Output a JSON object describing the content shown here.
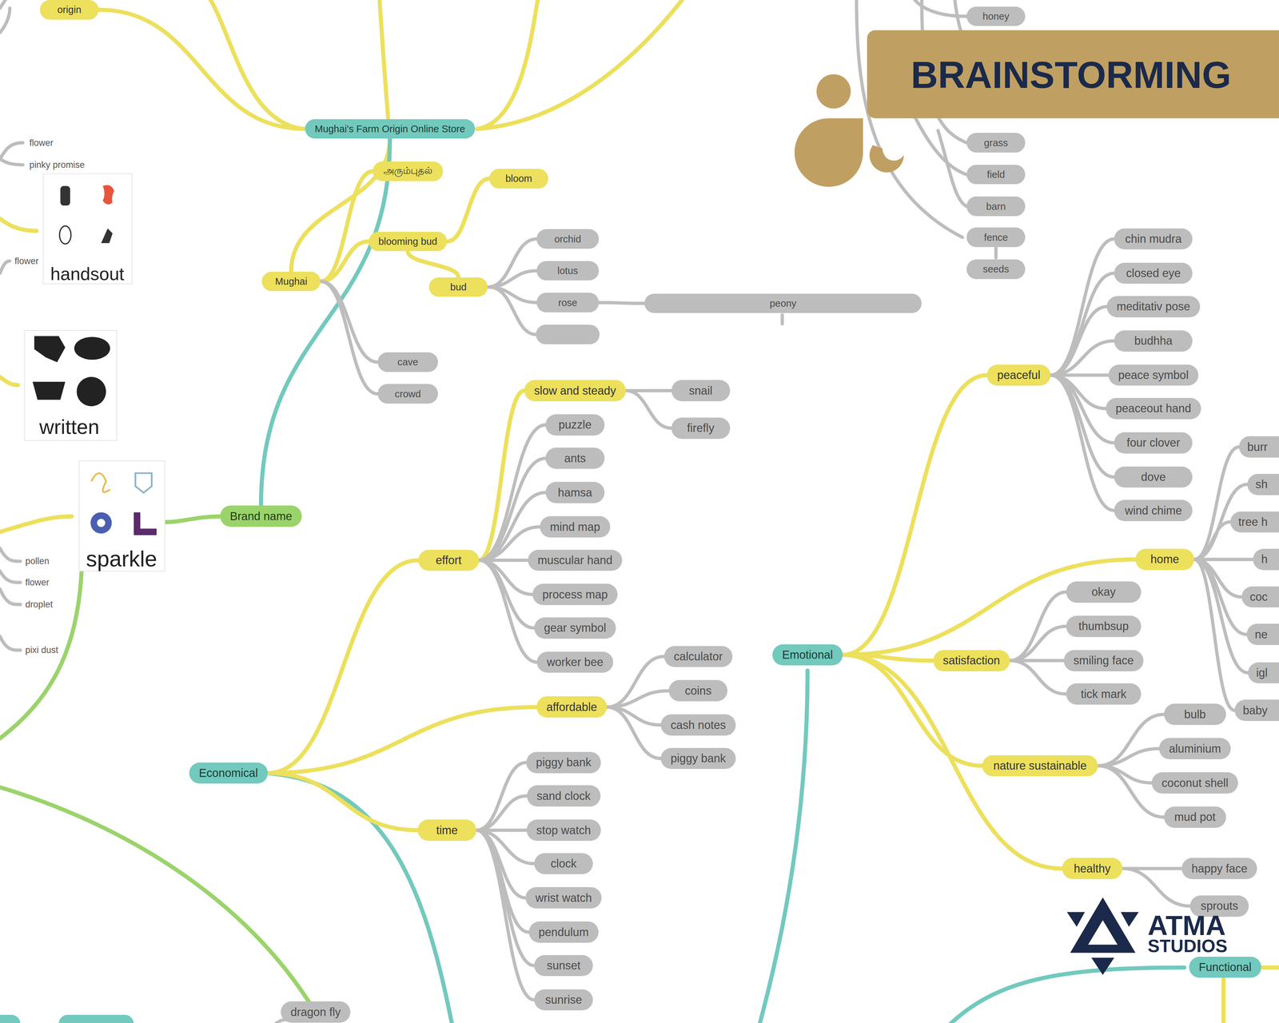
{
  "diagram": {
    "title": "BRAINSTORMING",
    "nodes": [
      {
        "text": [
          "origin"
        ]
      },
      {
        "text": [
          "Mughai's Farm Origin Online Store"
        ]
      },
      {
        "text": [
          "Mughai"
        ]
      },
      {
        "text": [
          "அரும்புதல்"
        ]
      },
      {
        "text": [
          "blooming bud"
        ]
      },
      {
        "text": [
          "bloom"
        ]
      },
      {
        "text": [
          "bud"
        ]
      },
      {
        "text": [
          "orchid"
        ]
      },
      {
        "text": [
          "lotus"
        ]
      },
      {
        "text": [
          "rose"
        ]
      },
      {
        "text": [
          "peony"
        ]
      },
      {
        "text": [
          "cave"
        ]
      },
      {
        "text": [
          "crowd"
        ]
      },
      {
        "text": [
          "Brand name"
        ]
      },
      {
        "text": [
          "honey"
        ]
      },
      {
        "text": [
          "grass"
        ]
      },
      {
        "text": [
          "field"
        ]
      },
      {
        "text": [
          "barn"
        ]
      },
      {
        "text": [
          "fence"
        ]
      },
      {
        "text": [
          "seeds"
        ]
      },
      {
        "text": [
          "Economical"
        ]
      },
      {
        "text": [
          "effort"
        ]
      },
      {
        "text": [
          "slow and steady"
        ]
      },
      {
        "text": [
          "snail"
        ]
      },
      {
        "text": [
          "firefly"
        ]
      },
      {
        "text": [
          "puzzle"
        ]
      },
      {
        "text": [
          "ants"
        ]
      },
      {
        "text": [
          "hamsa"
        ]
      },
      {
        "text": [
          "mind map"
        ]
      },
      {
        "text": [
          "muscular hand"
        ]
      },
      {
        "text": [
          "process map"
        ]
      },
      {
        "text": [
          "gear symbol"
        ]
      },
      {
        "text": [
          "worker bee"
        ]
      },
      {
        "text": [
          "affordable"
        ]
      },
      {
        "text": [
          "calculator"
        ]
      },
      {
        "text": [
          "coins"
        ]
      },
      {
        "text": [
          "cash notes"
        ]
      },
      {
        "text": [
          "piggy bank"
        ]
      },
      {
        "text": [
          "time"
        ]
      },
      {
        "text": [
          "piggy bank"
        ]
      },
      {
        "text": [
          "sand clock"
        ]
      },
      {
        "text": [
          "stop watch"
        ]
      },
      {
        "text": [
          "clock"
        ]
      },
      {
        "text": [
          "wrist watch"
        ]
      },
      {
        "text": [
          "pendulum"
        ]
      },
      {
        "text": [
          "sunset"
        ]
      },
      {
        "text": [
          "sunrise"
        ]
      },
      {
        "text": [
          "Emotional"
        ]
      },
      {
        "text": [
          "peaceful"
        ]
      },
      {
        "text": [
          "chin mudra"
        ]
      },
      {
        "text": [
          "closed eye"
        ]
      },
      {
        "text": [
          "meditativ pose"
        ]
      },
      {
        "text": [
          "budhha"
        ]
      },
      {
        "text": [
          "peace symbol"
        ]
      },
      {
        "text": [
          "peaceout hand"
        ]
      },
      {
        "text": [
          "four clover"
        ]
      },
      {
        "text": [
          "dove"
        ]
      },
      {
        "text": [
          "wind chime"
        ]
      },
      {
        "text": [
          "home"
        ]
      },
      {
        "text": [
          "burr"
        ]
      },
      {
        "text": [
          "sh"
        ]
      },
      {
        "text": [
          "tree h"
        ]
      },
      {
        "text": [
          "h"
        ]
      },
      {
        "text": [
          "coc"
        ]
      },
      {
        "text": [
          "ne"
        ]
      },
      {
        "text": [
          "igl"
        ]
      },
      {
        "text": [
          "baby"
        ]
      },
      {
        "text": [
          "satisfaction"
        ]
      },
      {
        "text": [
          "okay"
        ]
      },
      {
        "text": [
          "thumbsup"
        ]
      },
      {
        "text": [
          "smiling face"
        ]
      },
      {
        "text": [
          "tick mark"
        ]
      },
      {
        "text": [
          "nature sustainable"
        ]
      },
      {
        "text": [
          "bulb"
        ]
      },
      {
        "text": [
          "aluminium"
        ]
      },
      {
        "text": [
          "coconut shell"
        ]
      },
      {
        "text": [
          "mud pot"
        ]
      },
      {
        "text": [
          "healthy"
        ]
      },
      {
        "text": [
          "happy face"
        ]
      },
      {
        "text": [
          "sprouts"
        ]
      },
      {
        "text": [
          "Functional"
        ]
      },
      {
        "text": [
          "dragon fly"
        ]
      }
    ],
    "edges": [
      {
        "from": 1,
        "to": 0,
        "arrow": "none"
      },
      {
        "from": 1,
        "to": 2,
        "arrow": "none"
      },
      {
        "from": 1,
        "to": 13,
        "arrow": "none"
      },
      {
        "from": 2,
        "to": 3,
        "arrow": "none"
      },
      {
        "from": 2,
        "to": 4,
        "arrow": "none"
      },
      {
        "from": 2,
        "to": 11,
        "arrow": "none"
      },
      {
        "from": 2,
        "to": 12,
        "arrow": "none"
      },
      {
        "from": 4,
        "to": 5,
        "arrow": "none"
      },
      {
        "from": 4,
        "to": 6,
        "arrow": "none"
      },
      {
        "from": 6,
        "to": 7,
        "arrow": "none"
      },
      {
        "from": 6,
        "to": 8,
        "arrow": "none"
      },
      {
        "from": 6,
        "to": 9,
        "arrow": "none"
      },
      {
        "from": 9,
        "to": 10,
        "arrow": "none"
      },
      {
        "from": 20,
        "to": 21,
        "arrow": "none"
      },
      {
        "from": 20,
        "to": 33,
        "arrow": "none"
      },
      {
        "from": 20,
        "to": 38,
        "arrow": "none"
      },
      {
        "from": 21,
        "to": 22,
        "arrow": "none"
      },
      {
        "from": 21,
        "to": 25,
        "arrow": "none"
      },
      {
        "from": 21,
        "to": 26,
        "arrow": "none"
      },
      {
        "from": 21,
        "to": 27,
        "arrow": "none"
      },
      {
        "from": 21,
        "to": 28,
        "arrow": "none"
      },
      {
        "from": 21,
        "to": 29,
        "arrow": "none"
      },
      {
        "from": 21,
        "to": 30,
        "arrow": "none"
      },
      {
        "from": 21,
        "to": 31,
        "arrow": "none"
      },
      {
        "from": 21,
        "to": 32,
        "arrow": "none"
      },
      {
        "from": 22,
        "to": 23,
        "arrow": "none"
      },
      {
        "from": 22,
        "to": 24,
        "arrow": "none"
      },
      {
        "from": 33,
        "to": 34,
        "arrow": "none"
      },
      {
        "from": 33,
        "to": 35,
        "arrow": "none"
      },
      {
        "from": 33,
        "to": 36,
        "arrow": "none"
      },
      {
        "from": 33,
        "to": 37,
        "arrow": "none"
      },
      {
        "from": 38,
        "to": 39,
        "arrow": "none"
      },
      {
        "from": 38,
        "to": 40,
        "arrow": "none"
      },
      {
        "from": 38,
        "to": 41,
        "arrow": "none"
      },
      {
        "from": 38,
        "to": 42,
        "arrow": "none"
      },
      {
        "from": 38,
        "to": 43,
        "arrow": "none"
      },
      {
        "from": 38,
        "to": 44,
        "arrow": "none"
      },
      {
        "from": 38,
        "to": 45,
        "arrow": "none"
      },
      {
        "from": 38,
        "to": 46,
        "arrow": "none"
      },
      {
        "from": 47,
        "to": 48,
        "arrow": "none"
      },
      {
        "from": 47,
        "to": 58,
        "arrow": "none"
      },
      {
        "from": 47,
        "to": 67,
        "arrow": "none"
      },
      {
        "from": 47,
        "to": 72,
        "arrow": "none"
      },
      {
        "from": 47,
        "to": 77,
        "arrow": "none"
      },
      {
        "from": 48,
        "to": 49,
        "arrow": "none"
      },
      {
        "from": 48,
        "to": 50,
        "arrow": "none"
      },
      {
        "from": 48,
        "to": 51,
        "arrow": "none"
      },
      {
        "from": 48,
        "to": 52,
        "arrow": "none"
      },
      {
        "from": 48,
        "to": 53,
        "arrow": "none"
      },
      {
        "from": 48,
        "to": 54,
        "arrow": "none"
      },
      {
        "from": 48,
        "to": 55,
        "arrow": "none"
      },
      {
        "from": 48,
        "to": 56,
        "arrow": "none"
      },
      {
        "from": 48,
        "to": 57,
        "arrow": "none"
      },
      {
        "from": 58,
        "to": 59,
        "arrow": "none"
      },
      {
        "from": 58,
        "to": 60,
        "arrow": "none"
      },
      {
        "from": 58,
        "to": 61,
        "arrow": "none"
      },
      {
        "from": 58,
        "to": 62,
        "arrow": "none"
      },
      {
        "from": 58,
        "to": 63,
        "arrow": "none"
      },
      {
        "from": 58,
        "to": 64,
        "arrow": "none"
      },
      {
        "from": 58,
        "to": 65,
        "arrow": "none"
      },
      {
        "from": 58,
        "to": 66,
        "arrow": "none"
      },
      {
        "from": 67,
        "to": 68,
        "arrow": "none"
      },
      {
        "from": 67,
        "to": 69,
        "arrow": "none"
      },
      {
        "from": 67,
        "to": 70,
        "arrow": "none"
      },
      {
        "from": 67,
        "to": 71,
        "arrow": "none"
      },
      {
        "from": 72,
        "to": 73,
        "arrow": "none"
      },
      {
        "from": 72,
        "to": 74,
        "arrow": "none"
      },
      {
        "from": 72,
        "to": 75,
        "arrow": "none"
      },
      {
        "from": 72,
        "to": 76,
        "arrow": "none"
      },
      {
        "from": 77,
        "to": 78,
        "arrow": "none"
      },
      {
        "from": 77,
        "to": 79,
        "arrow": "none"
      }
    ],
    "labels": [
      "flower",
      "pinky promise",
      "flower",
      "handsout",
      "written",
      "sparkle",
      "pollen",
      "flower",
      "droplet",
      "pixi dust",
      "ATMA",
      "STUDIOS"
    ]
  }
}
